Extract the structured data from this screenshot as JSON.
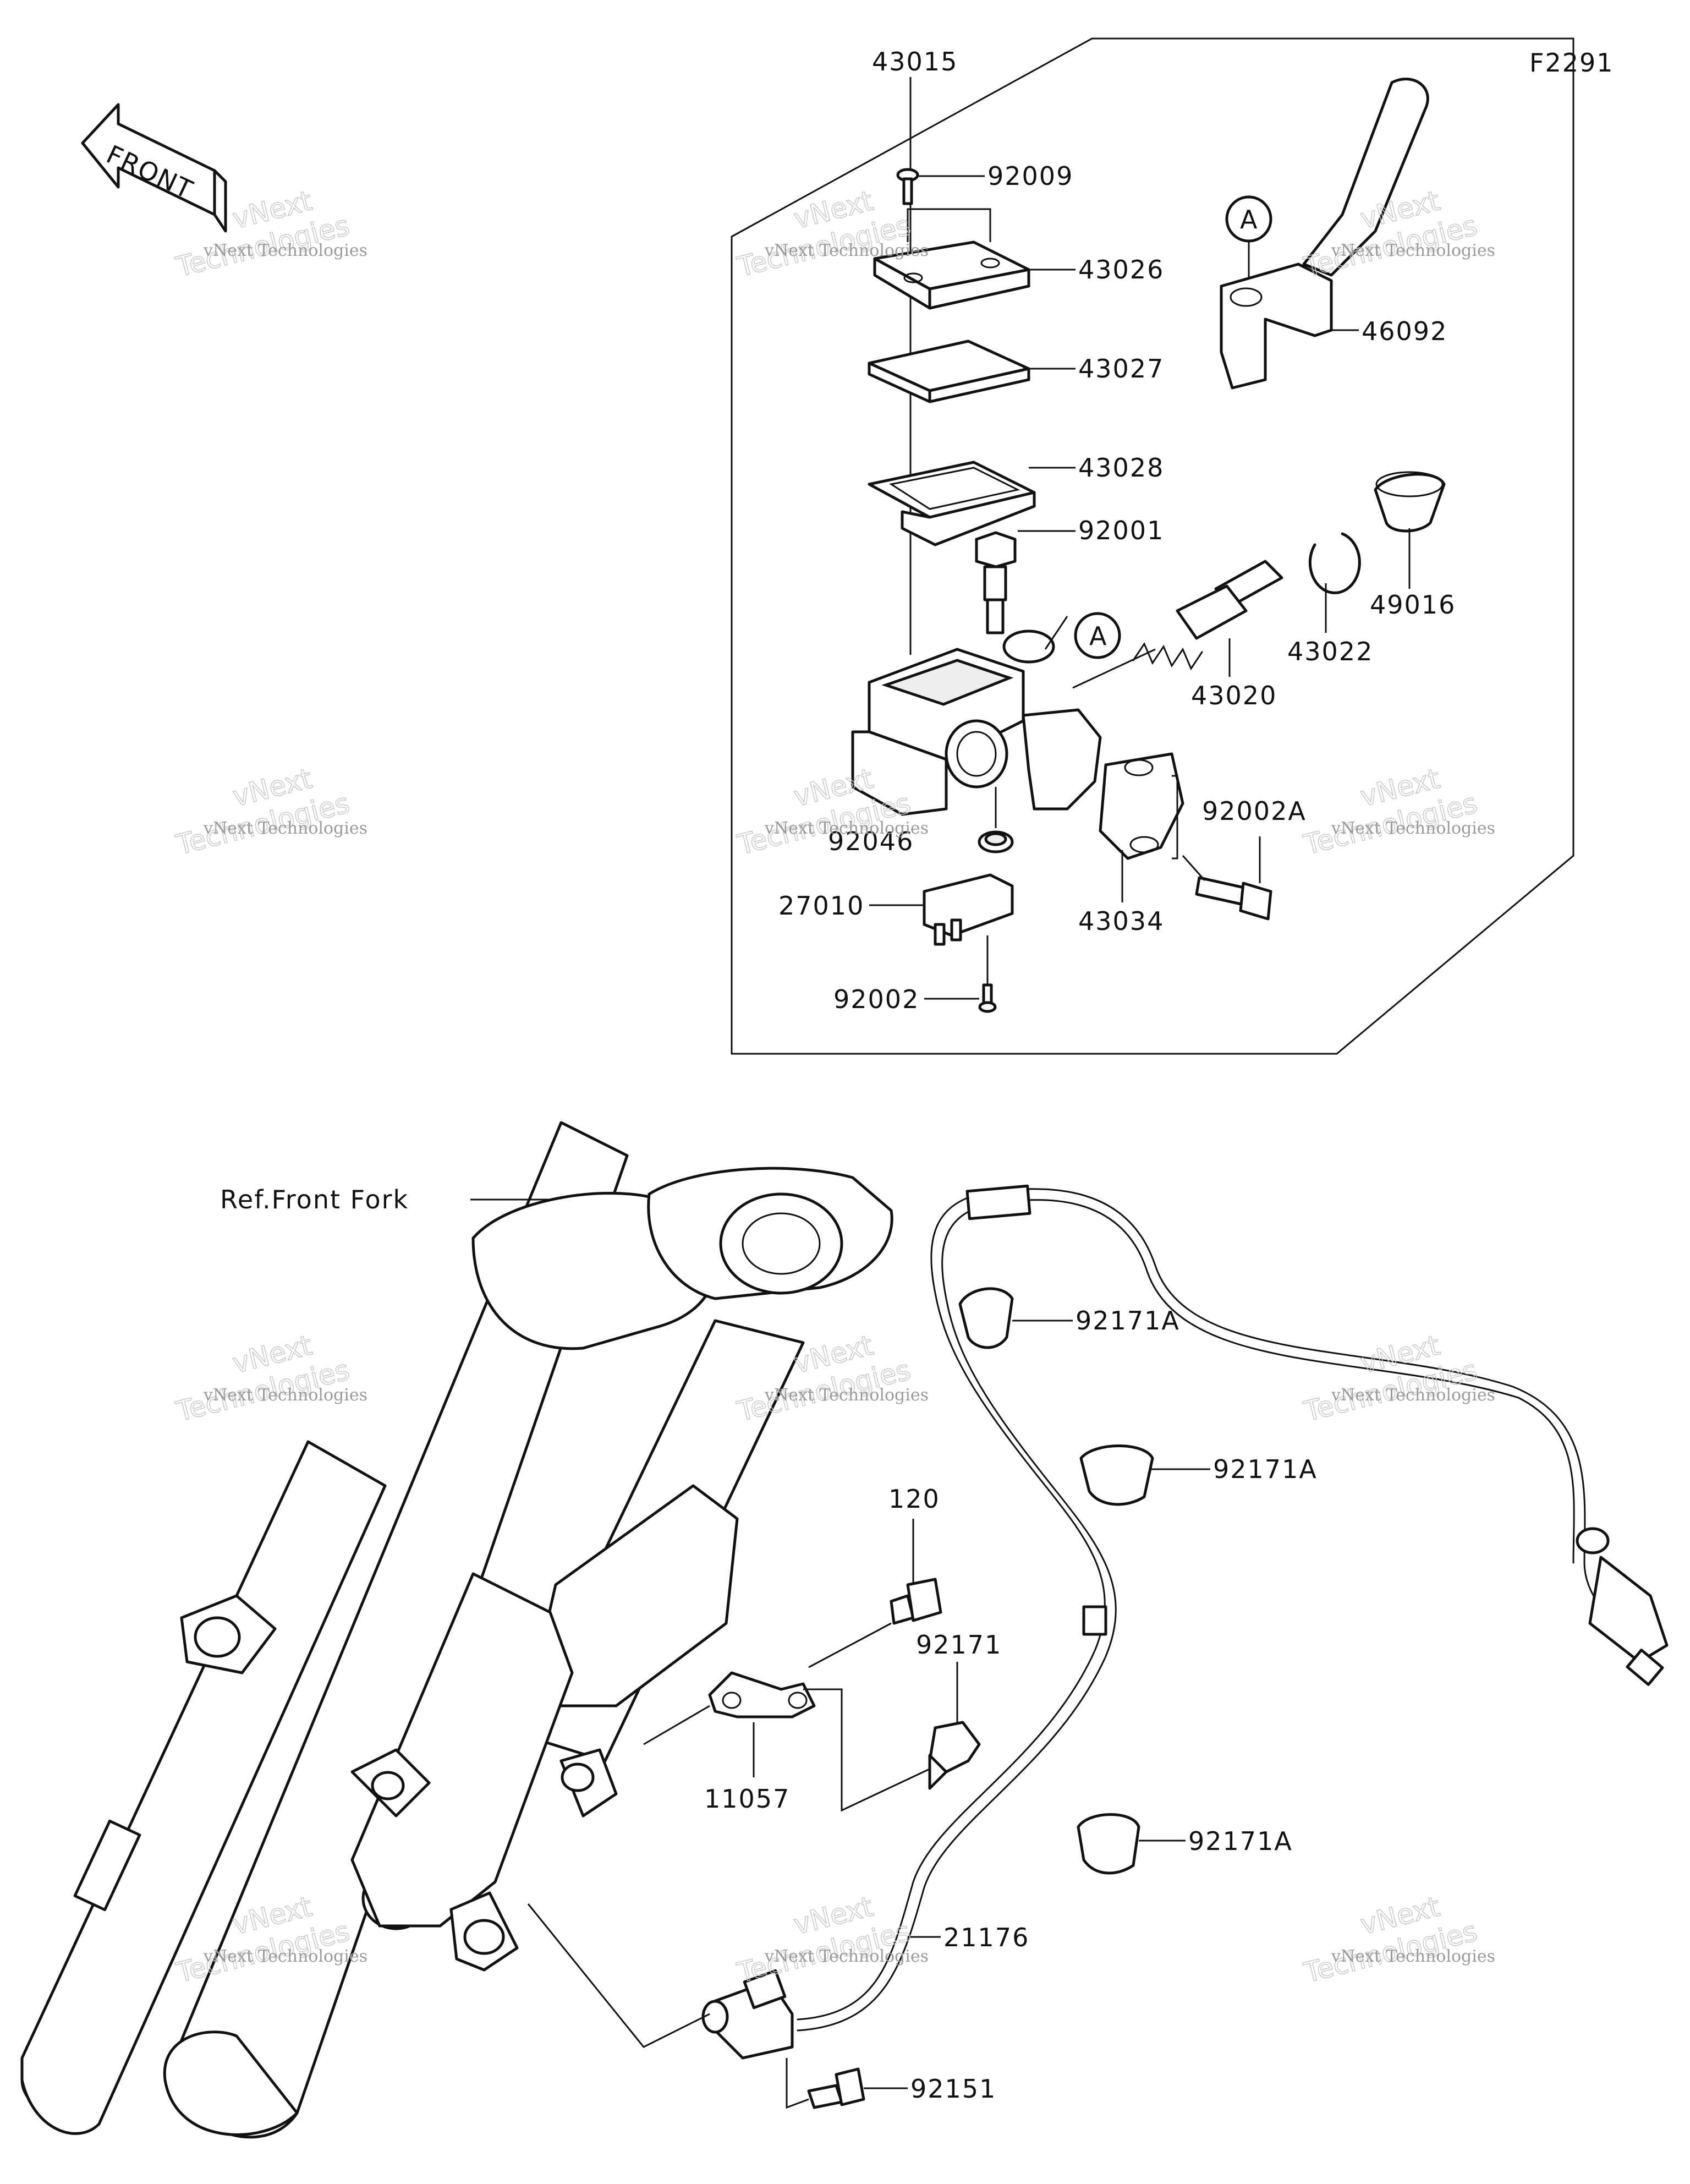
{
  "diagram_code": "F2291",
  "front_arrow_text": "FRONT",
  "callouts": {
    "p43015": "43015",
    "p92009": "92009",
    "p43026": "43026",
    "p43027": "43027",
    "p43028": "43028",
    "p92001": "92001",
    "p46092": "46092",
    "p49016": "49016",
    "p43022": "43022",
    "p43020": "43020",
    "p92046": "92046",
    "p92002A": "92002A",
    "p27010": "27010",
    "p43034": "43034",
    "p92002": "92002",
    "ref_front_fork": "Ref.Front Fork",
    "p92171A_1": "92171A",
    "p92171A_2": "92171A",
    "p92171A_3": "92171A",
    "p120": "120",
    "p92171": "92171",
    "p11057": "11057",
    "p21176": "21176",
    "p92151": "92151",
    "marker_a1": "A",
    "marker_a2": "A"
  },
  "watermark": {
    "line1": "vNext Technologies",
    "big1": "vNext",
    "big2": "Technologies"
  }
}
